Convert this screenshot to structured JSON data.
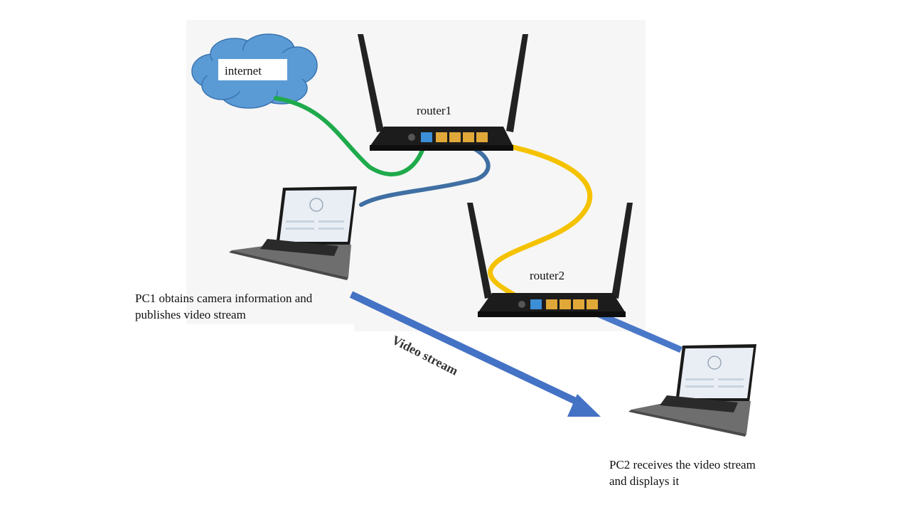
{
  "labels": {
    "internet": "internet",
    "router1": "router1",
    "router2": "router2",
    "pc1_line1": "PC1 obtains camera information and",
    "pc1_line2": "publishes video stream",
    "pc2_line1": "PC2 receives the video stream",
    "pc2_line2": "and displays it",
    "video_stream": "Video stream"
  },
  "colors": {
    "cloud": "#5b9bd5",
    "cable_green": "#1faa4b",
    "cable_blue_pc1": "#3f6fa3",
    "cable_yellow": "#f5c200",
    "cable_blue_pc2": "#4a78c9",
    "stream_arrow": "#4472c4",
    "router_body": "#1c1c1c",
    "lan_port": "#e0a838",
    "wan_port": "#3c8fd6",
    "laptop_body": "#6e6e6e",
    "laptop_screen": "#e9eef5"
  },
  "icons": {
    "cloud": "cloud-icon",
    "router": "router-icon",
    "laptop": "laptop-icon"
  }
}
